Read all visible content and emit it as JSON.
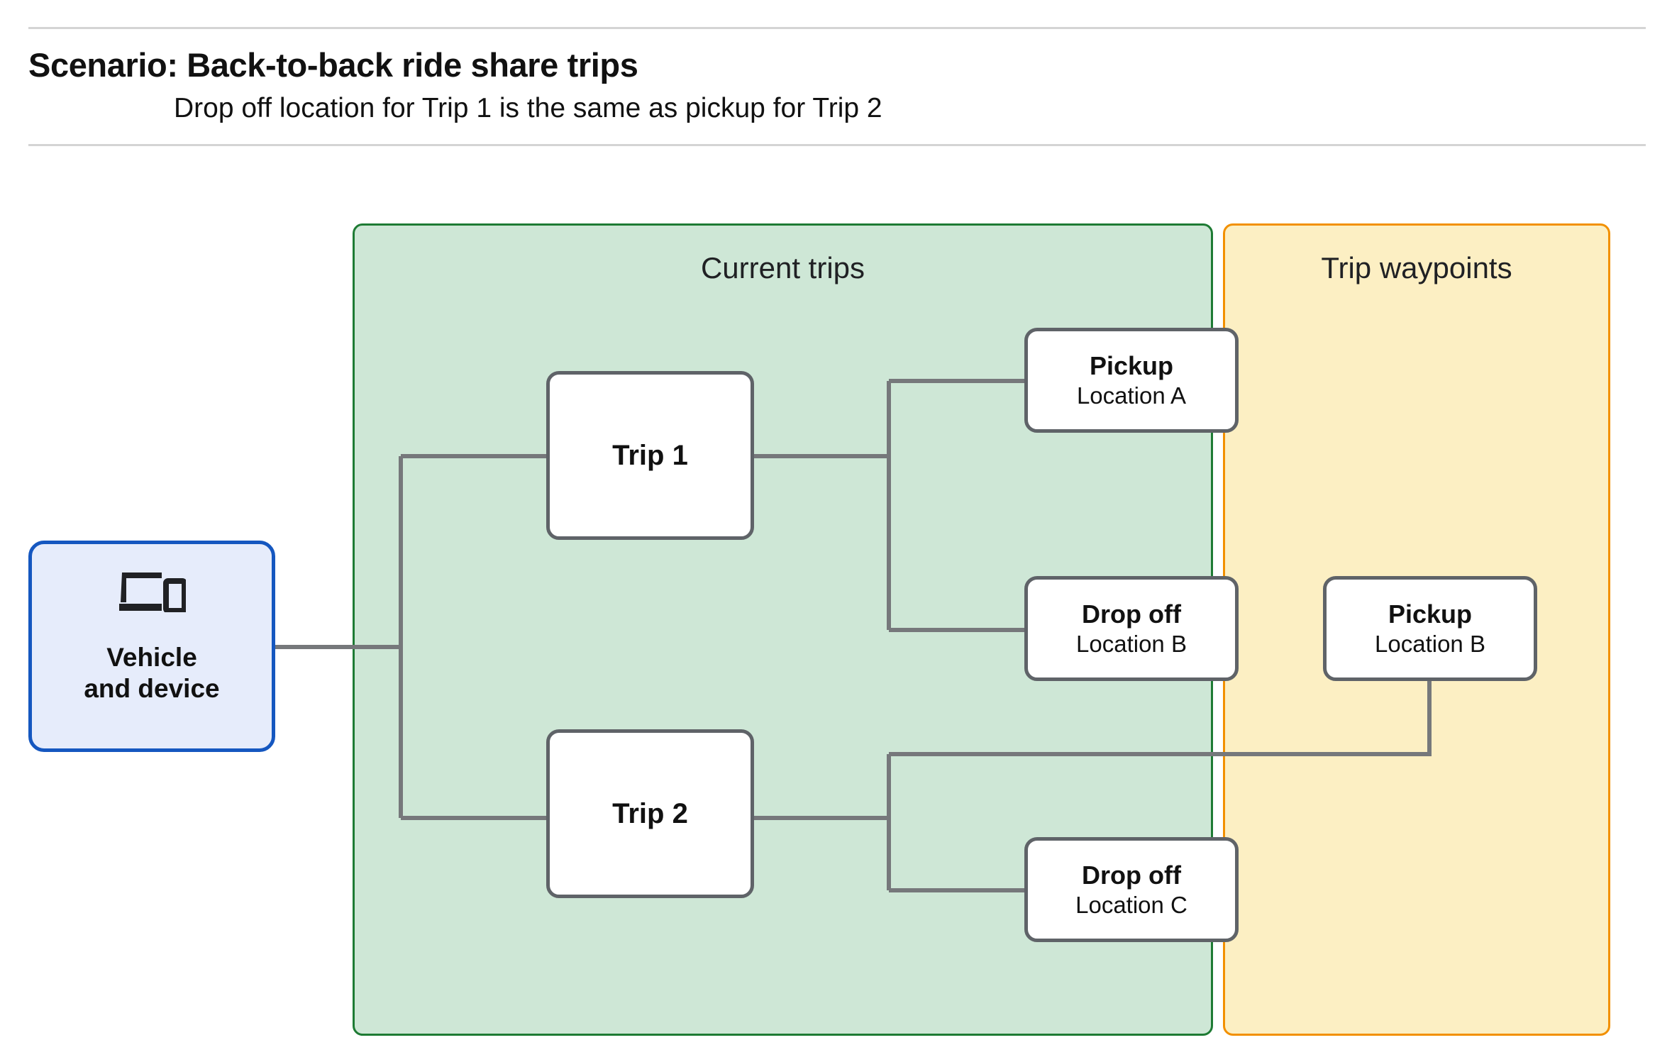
{
  "header": {
    "title": "Scenario: Back-to-back ride share trips",
    "subtitle": "Drop off  location for Trip 1 is the same as pickup for Trip 2"
  },
  "groups": {
    "current_trips": {
      "label": "Current trips",
      "fill": "#cee7d6",
      "border": "#1e7b34"
    },
    "trip_waypoints": {
      "label": "Trip waypoints",
      "fill": "#fcefc3",
      "border": "#f29000"
    }
  },
  "nodes": {
    "vehicle": {
      "icon": "devices-icon",
      "line1": "Vehicle",
      "line2": "and device",
      "fill": "#e6ecfb",
      "border": "#1557c0"
    },
    "trip1": {
      "label": "Trip 1"
    },
    "trip2": {
      "label": "Trip 2"
    },
    "pickup_a": {
      "title": "Pickup",
      "sub": "Location A"
    },
    "dropoff_b": {
      "title": "Drop off",
      "sub": "Location B"
    },
    "pickup_b": {
      "title": "Pickup",
      "sub": "Location B"
    },
    "dropoff_c": {
      "title": "Drop off",
      "sub": "Location C"
    }
  },
  "connector_color": "#76787b"
}
